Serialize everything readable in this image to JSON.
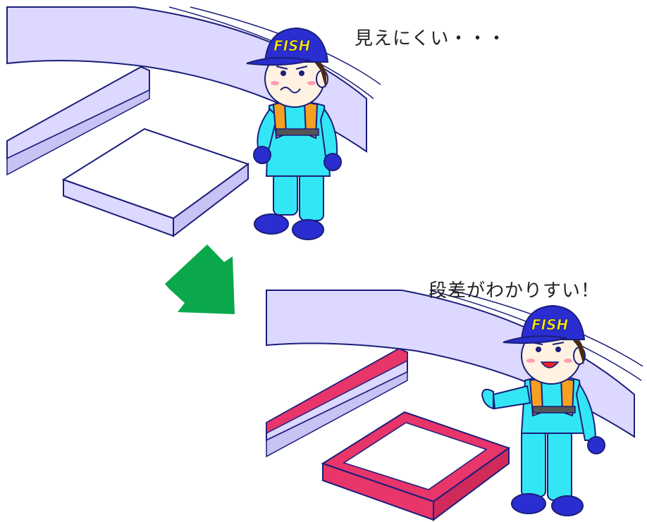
{
  "captions": {
    "before": "見えにくい・・・",
    "after": "段差がわかりすい！"
  },
  "worker_cap_logo": "FISH",
  "colors": {
    "walkway": "#dcd8ff",
    "outline": "#1b1e7a",
    "highlight_edge": "#e8356a",
    "suit": "#33e6f5",
    "life_vest": "#f5a020",
    "cap": "#2a2ed0",
    "arrow": "#0aa84a"
  }
}
